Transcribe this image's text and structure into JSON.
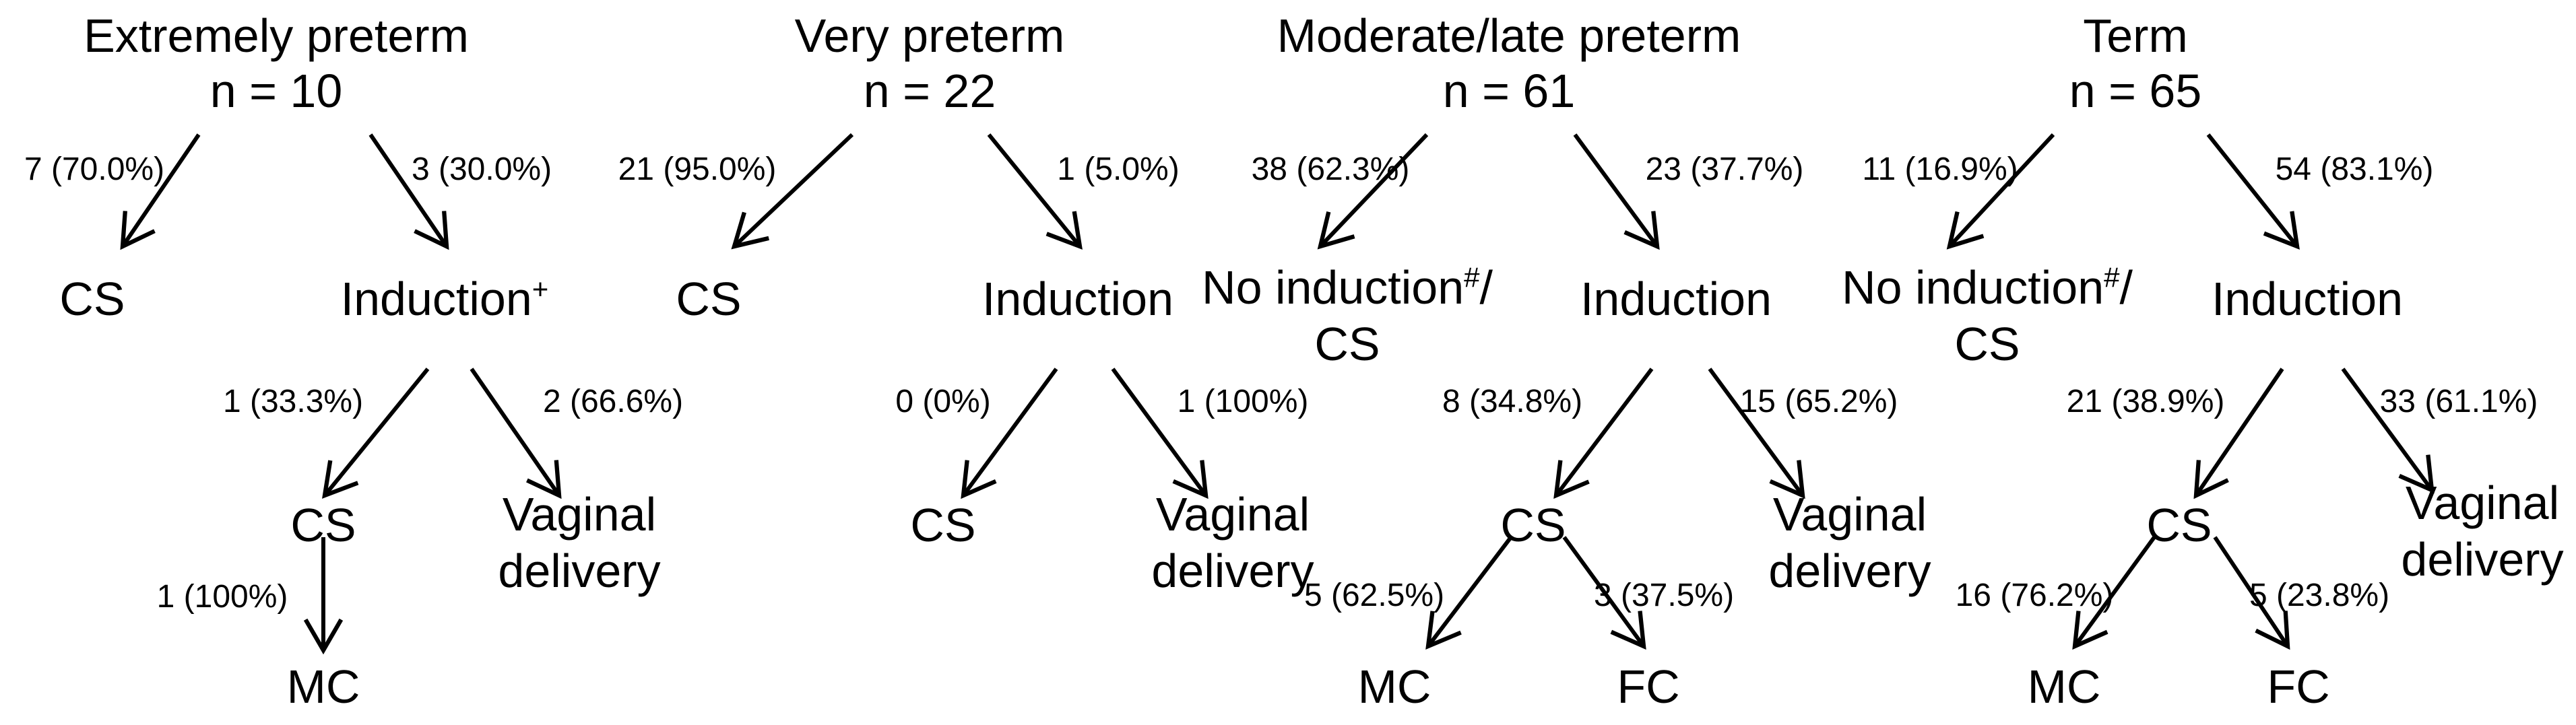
{
  "figure_text_color": "#000000",
  "background_color": "#ffffff",
  "trees": [
    {
      "title": "Extremely preterm",
      "n_label": "n = 10",
      "left_branch": {
        "label": "7 (70.0%)",
        "node": "CS"
      },
      "right_branch": {
        "label": "3 (30.0%)",
        "node": "Induction",
        "node_sup": "+"
      },
      "induction_left": {
        "label": "1 (33.3%)",
        "node": "CS"
      },
      "induction_right": {
        "label": "2 (66.6%)",
        "node_line1": "Vaginal",
        "node_line2": "delivery"
      },
      "cs_down": {
        "label": "1 (100%)",
        "node": "MC"
      }
    },
    {
      "title": "Very preterm",
      "n_label": "n = 22",
      "left_branch": {
        "label": "21 (95.0%)",
        "node": "CS"
      },
      "right_branch": {
        "label": "1 (5.0%)",
        "node": "Induction"
      },
      "induction_left": {
        "label": "0 (0%)",
        "node": "CS"
      },
      "induction_right": {
        "label": "1 (100%)",
        "node_line1": "Vaginal",
        "node_line2": "delivery"
      }
    },
    {
      "title": "Moderate/late preterm",
      "n_label": "n = 61",
      "left_branch": {
        "label": "38 (62.3%)",
        "node_line1": "No induction",
        "node_line1_sup": "#",
        "node_line1_after": "/",
        "node_line2": "CS"
      },
      "right_branch": {
        "label": "23 (37.7%)",
        "node": "Induction"
      },
      "induction_left": {
        "label": "8 (34.8%)",
        "node": "CS"
      },
      "induction_right": {
        "label": "15 (65.2%)",
        "node_line1": "Vaginal",
        "node_line2": "delivery"
      },
      "cs_left": {
        "label": "5 (62.5%)",
        "node": "MC"
      },
      "cs_right": {
        "label": "3 (37.5%)",
        "node": "FC"
      }
    },
    {
      "title": "Term",
      "n_label": "n = 65",
      "left_branch": {
        "label": "11 (16.9%)",
        "node_line1": "No induction",
        "node_line1_sup": "#",
        "node_line1_after": "/",
        "node_line2": "CS"
      },
      "right_branch": {
        "label": "54 (83.1%)",
        "node": "Induction"
      },
      "induction_left": {
        "label": "21 (38.9%)",
        "node": "CS"
      },
      "induction_right": {
        "label": "33 (61.1%)",
        "node_line1": "Vaginal",
        "node_line2": "delivery"
      },
      "cs_left": {
        "label": "16 (76.2%)",
        "node": "MC"
      },
      "cs_right": {
        "label": "5 (23.8%)",
        "node": "FC"
      }
    }
  ]
}
